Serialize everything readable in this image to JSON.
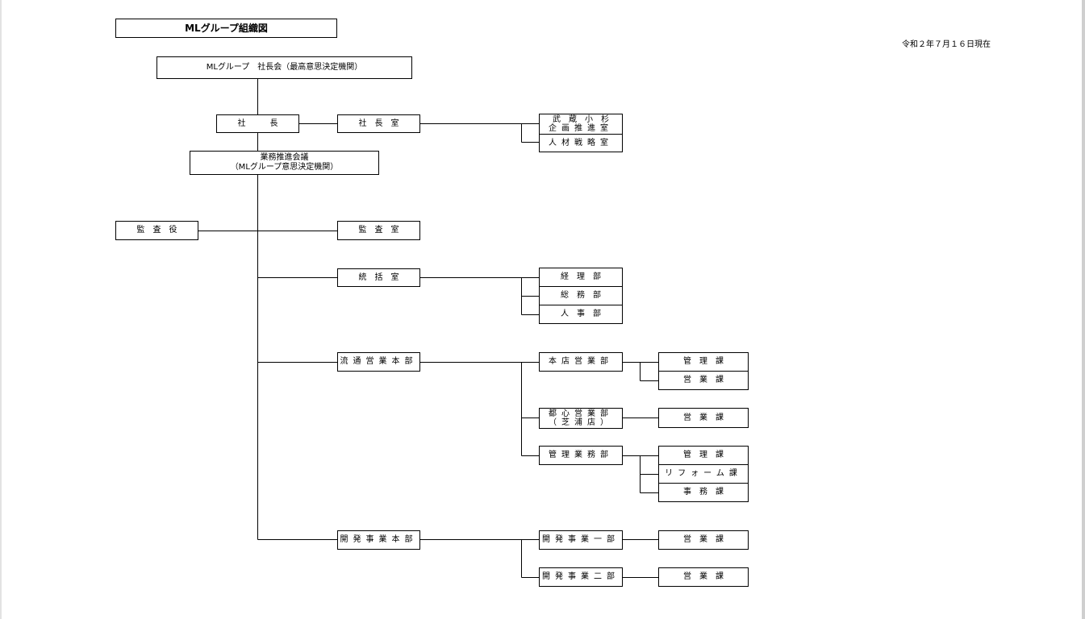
{
  "chart_title": "MLグループ組織図",
  "date": "令和２年７月１６日現在",
  "nodes": {
    "board": "MLグループ　社長会（最高意思決定機関）",
    "president": "社　　　長",
    "president_office": "社　長　室",
    "musashi_1": "武　蔵　小　杉",
    "musashi_2": "企画推進室",
    "hr_strategy": "人材戦略室",
    "promo_1": "業務推進会議",
    "promo_2": "（MLグループ意思決定機関）",
    "auditor": "監　査　役",
    "audit_office": "監　査　室",
    "control_office": "統　括　室",
    "accounting": "経　理　部",
    "general_affairs": "総　務　部",
    "personnel": "人　事　部",
    "distribution_hq": "流通営業本部",
    "main_store_sales": "本店営業部",
    "main_mgmt_section": "管　理　課",
    "main_sales_section": "営　業　課",
    "central_sales_1": "都心営業部",
    "central_sales_2": "（芝浦店）",
    "central_sales_section": "営　業　課",
    "mgmt_ops": "管理業務部",
    "mgmt_section": "管　理　課",
    "reform_section": "リフォーム課",
    "office_section": "事　務　課",
    "dev_hq": "開発事業本部",
    "dev_1": "開発事業一部",
    "dev_1_sales": "営　業　課",
    "dev_2": "開発事業二部",
    "dev_2_sales": "営　業　課"
  }
}
